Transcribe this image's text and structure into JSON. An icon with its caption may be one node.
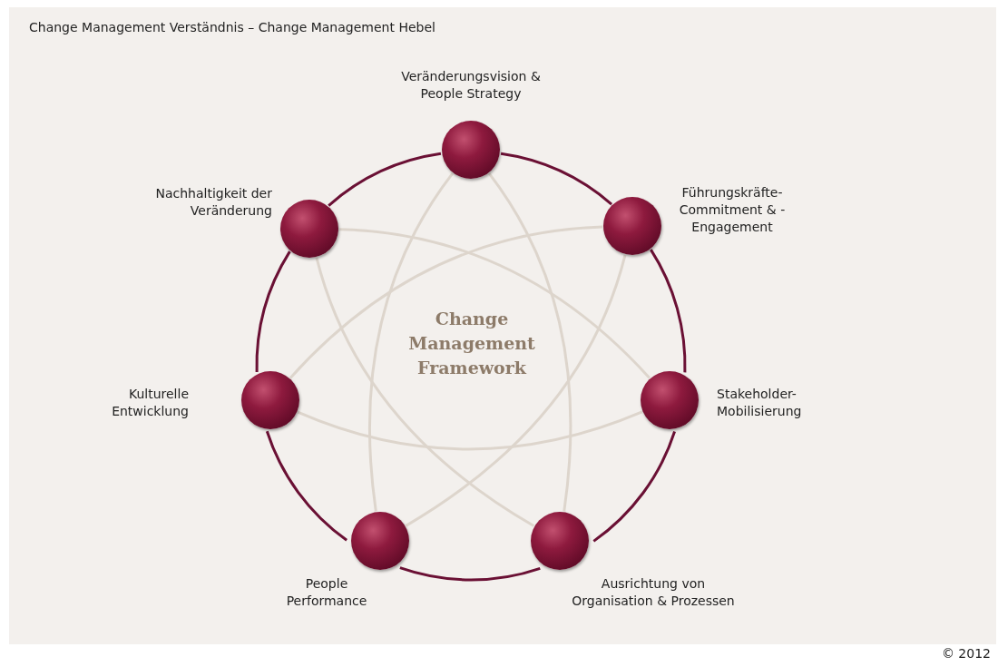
{
  "diagram": {
    "title": "Change Management Verständnis – Change Management Hebel",
    "nodes": [
      {
        "text": [
          "Veränderungsvision & People Strategy"
        ]
      },
      {
        "text": [
          "Führungskräfte-Commitment & -Engagement"
        ]
      },
      {
        "text": [
          "Stakeholder-Mobilisierung"
        ]
      },
      {
        "text": [
          "Ausrichtung von Organisation & Prozessen"
        ]
      },
      {
        "text": [
          "People Performance"
        ]
      },
      {
        "text": [
          "Kulturelle Entwicklung"
        ]
      },
      {
        "text": [
          "Nachhaltigkeit der Veränderung"
        ]
      }
    ],
    "edges": [
      {
        "from": 0,
        "to": 1,
        "arrow": "none"
      },
      {
        "from": 1,
        "to": 2,
        "arrow": "none"
      },
      {
        "from": 2,
        "to": 3,
        "arrow": "none"
      },
      {
        "from": 3,
        "to": 4,
        "arrow": "none"
      },
      {
        "from": 4,
        "to": 5,
        "arrow": "none"
      },
      {
        "from": 5,
        "to": 6,
        "arrow": "none"
      },
      {
        "from": 6,
        "to": 0,
        "arrow": "none"
      },
      {
        "from": 0,
        "to": 3,
        "arrow": "none",
        "color": "#ddd5cc"
      },
      {
        "from": 1,
        "to": 4,
        "arrow": "none",
        "color": "#ddd5cc"
      },
      {
        "from": 2,
        "to": 5,
        "arrow": "none",
        "color": "#ddd5cc"
      },
      {
        "from": 3,
        "to": 6,
        "arrow": "none",
        "color": "#ddd5cc"
      },
      {
        "from": 4,
        "to": 0,
        "arrow": "none",
        "color": "#ddd5cc"
      },
      {
        "from": 5,
        "to": 1,
        "arrow": "none",
        "color": "#ddd5cc"
      },
      {
        "from": 6,
        "to": 2,
        "arrow": "none",
        "color": "#ddd5cc"
      }
    ],
    "labels": [
      "Change Management Framework",
      "© 2012"
    ]
  }
}
